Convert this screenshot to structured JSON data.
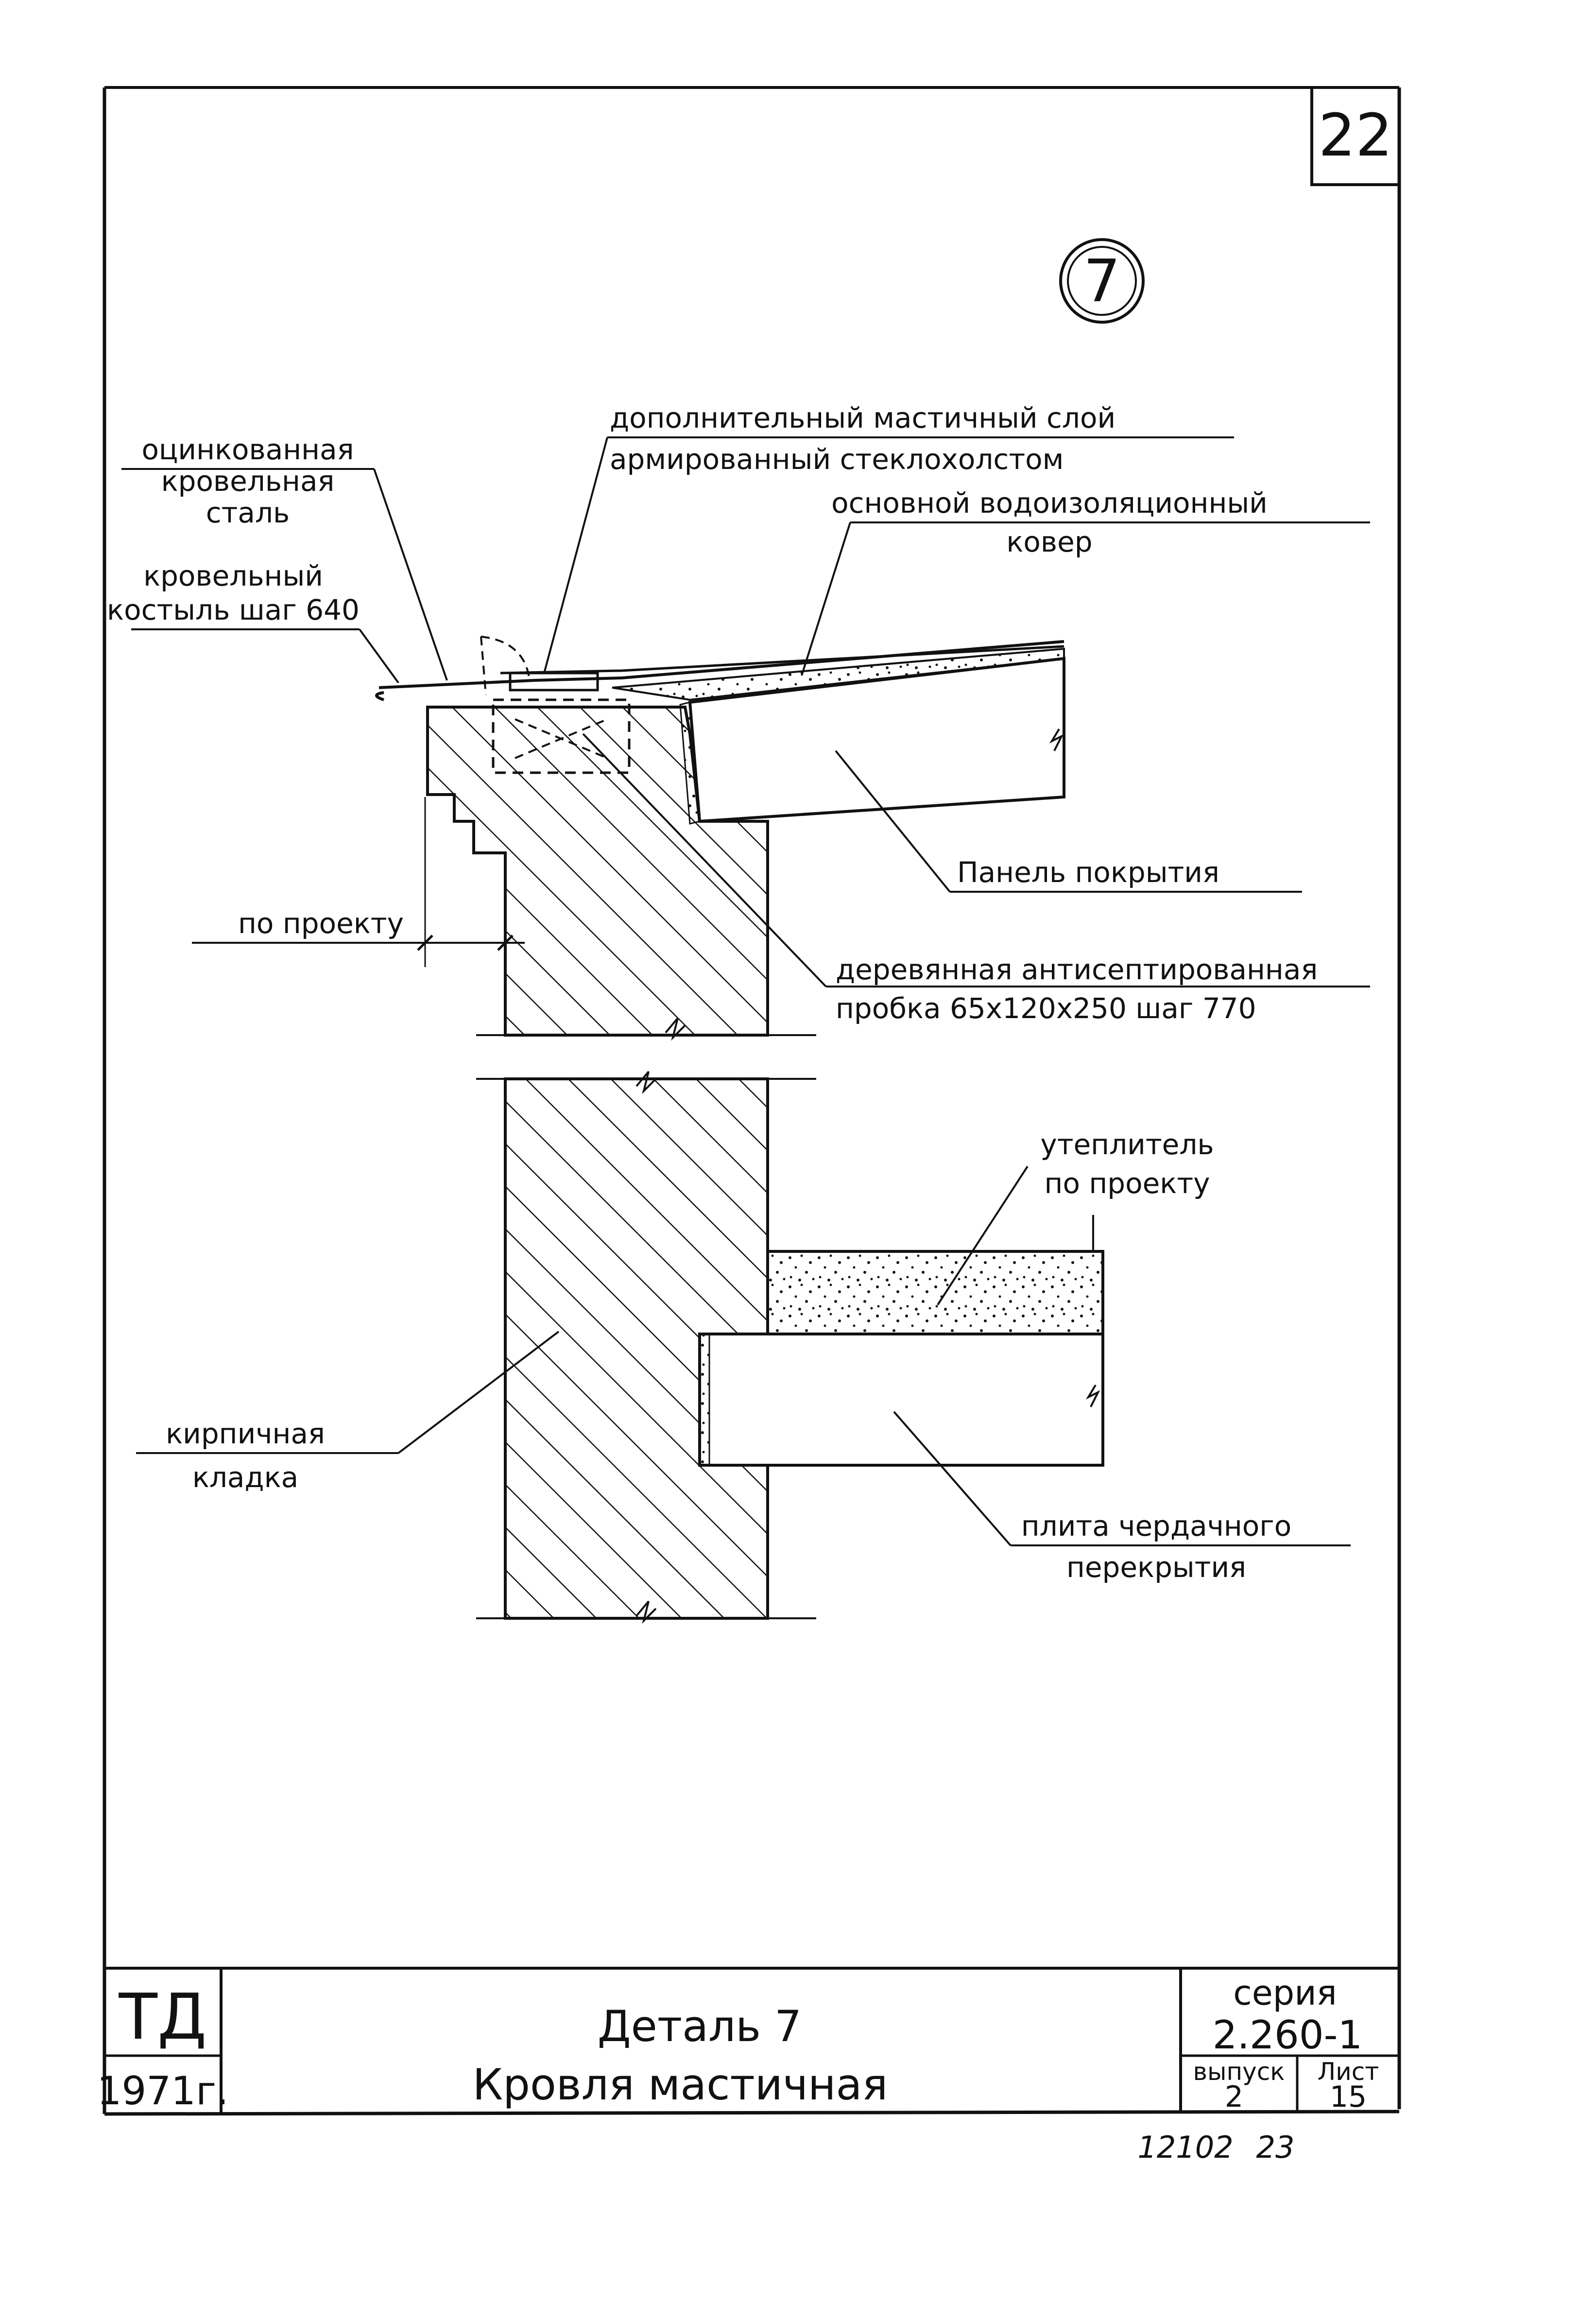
{
  "sheet": {
    "page_number": "22",
    "detail_marker": "7",
    "footer_codes": {
      "left": "12102",
      "right": "23"
    }
  },
  "labels": {
    "galvanized_steel": [
      "оцинкованная",
      "кровельная",
      "сталь"
    ],
    "crutch": [
      "кровельный",
      "костыль шаг 640"
    ],
    "extra_layer": [
      "дополнительный мастичный слой",
      "армированный стеклохолстом"
    ],
    "main_carpet": [
      "основной водоизоляционный",
      "ковер"
    ],
    "roof_panel": [
      "Панель покрытия"
    ],
    "per_project": [
      "по проекту"
    ],
    "wood_plug": [
      "деревянная антисептированная",
      "пробка 65х120х250 шаг 770"
    ],
    "insulation": [
      "утеплитель",
      "по проекту"
    ],
    "brickwork": [
      "кирпичная",
      "кладка"
    ],
    "attic_slab": [
      "плита чердачного",
      "перекрытия"
    ]
  },
  "title_block": {
    "org": "ТД",
    "year": "1971г.",
    "title_line1": "Деталь 7",
    "title_line2": "Кровля мастичная",
    "series_label": "серия",
    "series_value": "2.260-1",
    "issue_label": "выпуск",
    "issue_value": "2",
    "sheet_label": "Лист",
    "sheet_value": "15"
  }
}
